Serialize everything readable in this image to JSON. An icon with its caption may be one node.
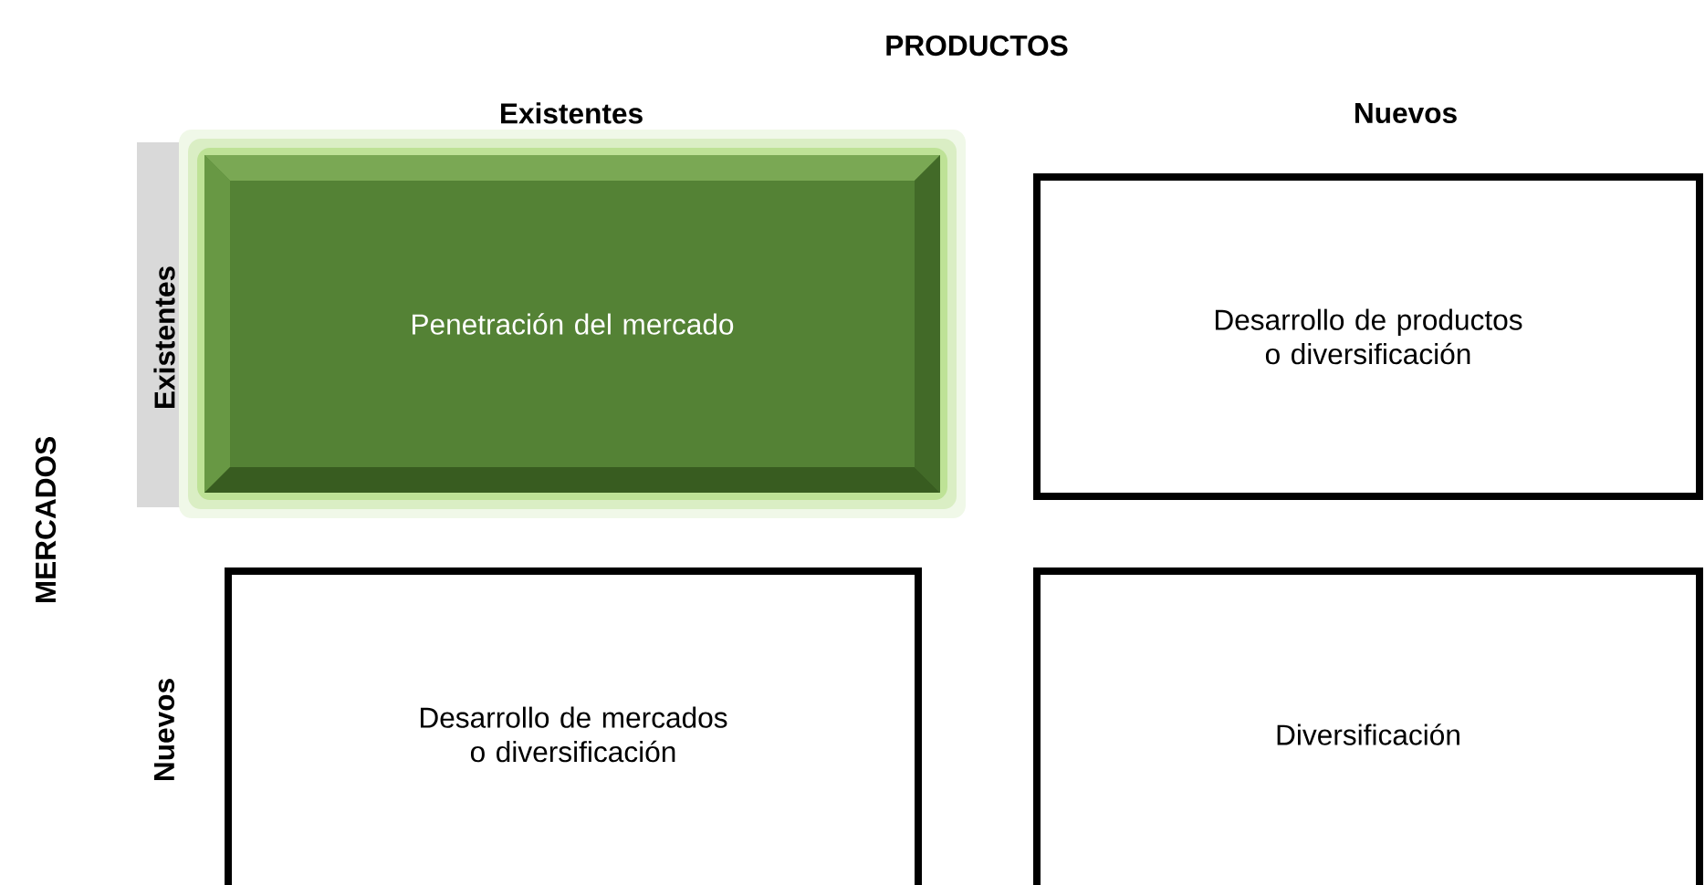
{
  "diagram": {
    "title": "PRODUCTOS",
    "nodes": [
      {
        "text": [
          "Penetración del mercado"
        ]
      },
      {
        "text": [
          "Desarrollo de productos o diversificación"
        ]
      },
      {
        "text": [
          "Desarrollo de mercados o diversificación"
        ]
      },
      {
        "text": [
          "Diversificación"
        ]
      }
    ],
    "labels": [
      "Existentes",
      "Nuevos",
      "MERCADOS",
      "Existentes",
      "Nuevos"
    ]
  }
}
